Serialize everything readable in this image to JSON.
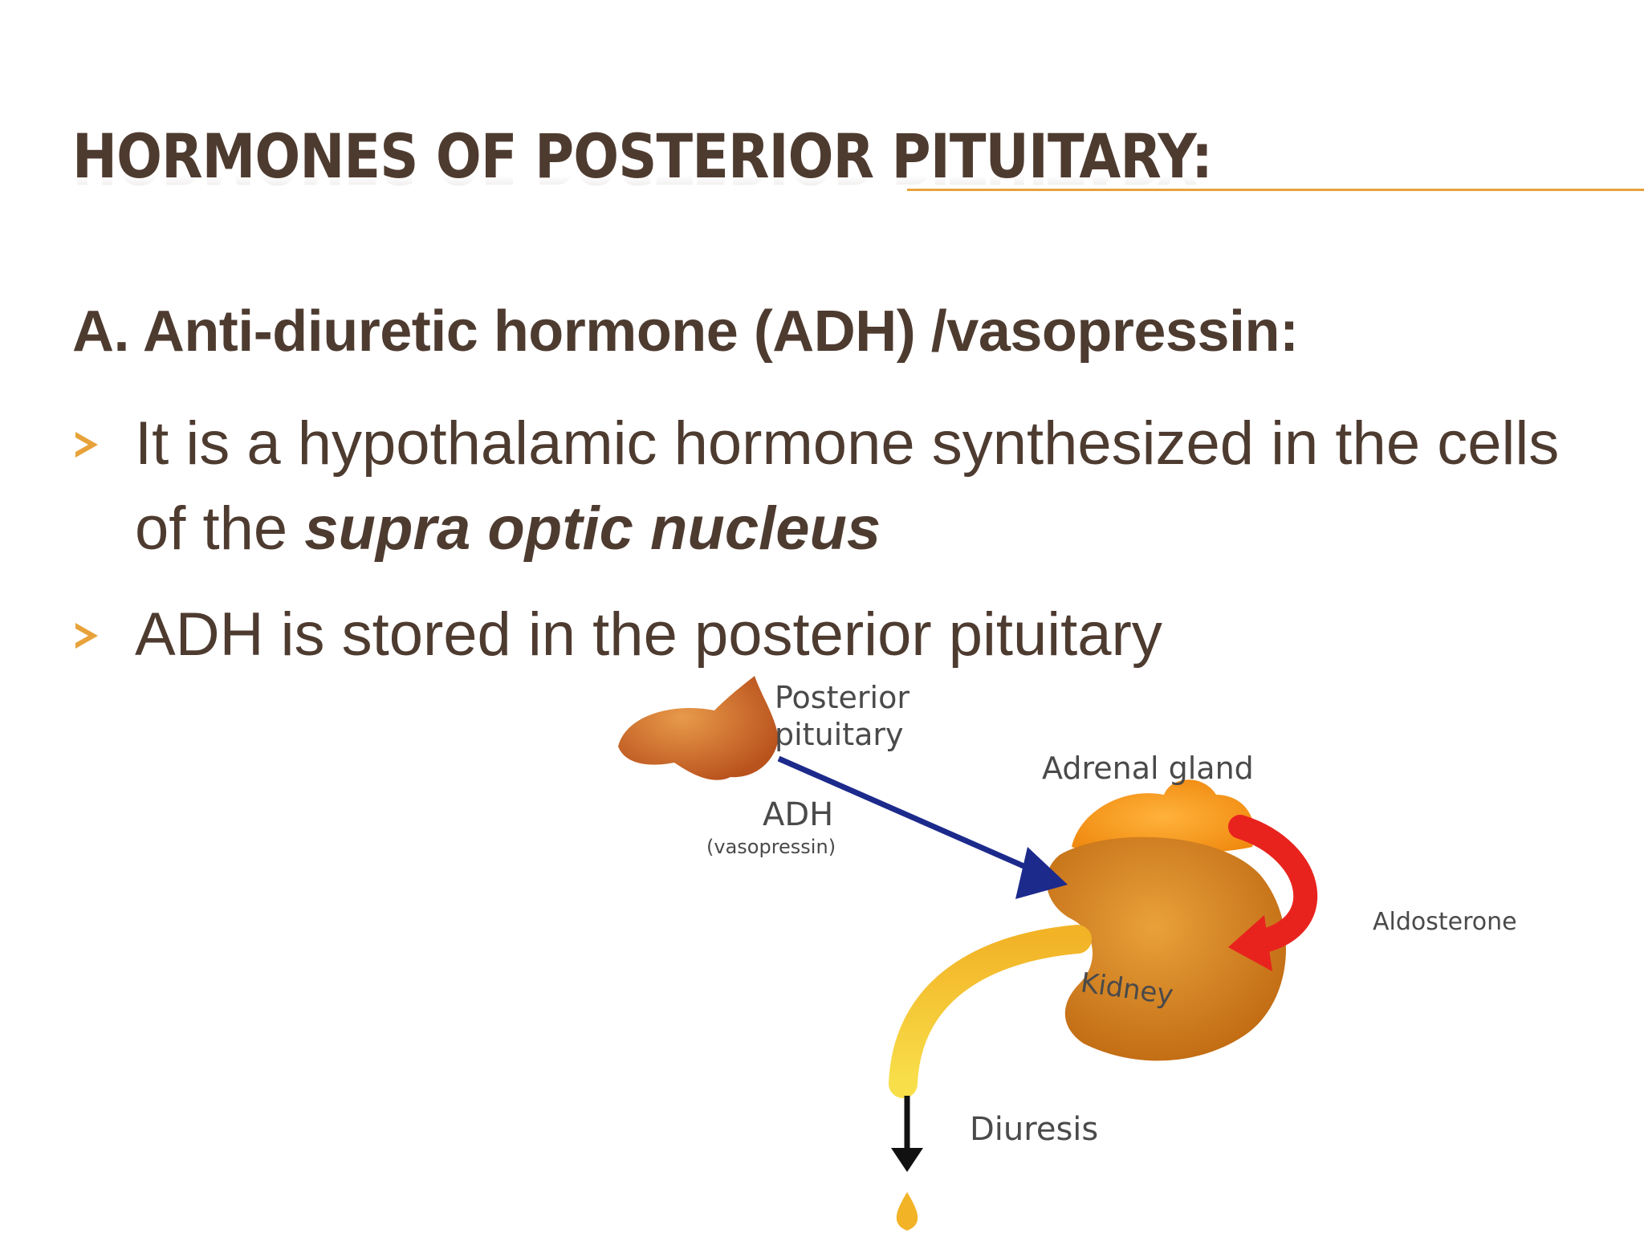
{
  "slide": {
    "title": "HORMONES OF POSTERIOR PITUITARY:",
    "subheading": "A. Anti-diuretic hormone (ADH) /vasopressin:",
    "bullets": [
      {
        "text_before": "It is a hypothalamic hormone synthesized in the cells of the ",
        "emphasis": "supra optic nucleus",
        "text_after": ""
      },
      {
        "text_before": "ADH is stored in the posterior pituitary",
        "emphasis": "",
        "text_after": ""
      }
    ]
  },
  "diagram": {
    "labels": {
      "posterior": "Posterior",
      "pituitary": "pituitary",
      "adrenal": "Adrenal gland",
      "adh": "ADH",
      "vasopressin": "(vasopressin)",
      "aldosterone": "Aldosterone",
      "kidney": "Kidney",
      "diuresis": "Diuresis"
    },
    "colors": {
      "title_text": "#4e3b30",
      "accent": "#e8a23a",
      "adh_arrow": "#1c2a8c",
      "aldosterone_arrow": "#e8231e",
      "kidney": "#d98a1e",
      "urine_flow": "#f3c326"
    }
  }
}
